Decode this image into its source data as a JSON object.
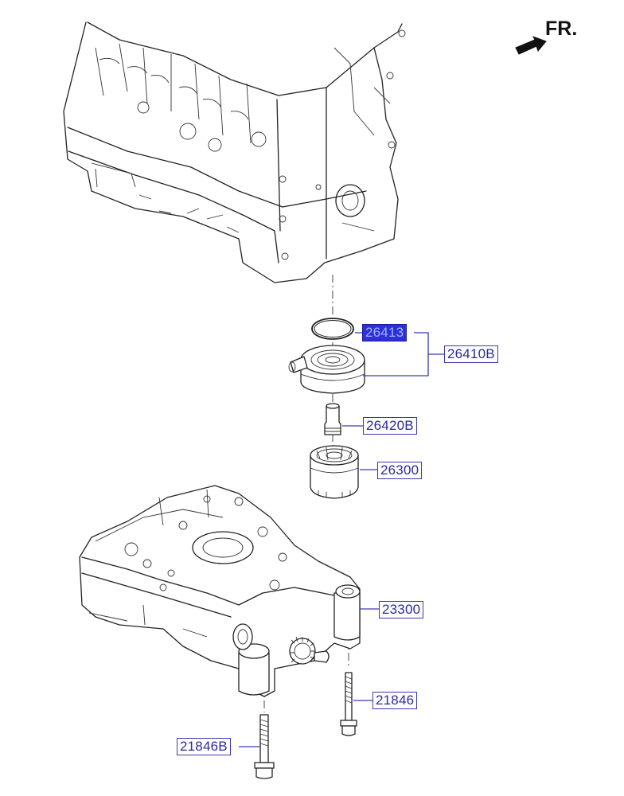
{
  "direction_indicator": {
    "label": "FR."
  },
  "parts": [
    {
      "id": "26413",
      "label": "26413",
      "selected": true
    },
    {
      "id": "26410B",
      "label": "26410B",
      "selected": false
    },
    {
      "id": "26420B",
      "label": "26420B",
      "selected": false
    },
    {
      "id": "26300",
      "label": "26300",
      "selected": false
    },
    {
      "id": "23300",
      "label": "23300",
      "selected": false
    },
    {
      "id": "21846",
      "label": "21846",
      "selected": false
    },
    {
      "id": "21846B",
      "label": "21846B",
      "selected": false
    }
  ],
  "colors": {
    "label_border": "#3a3ab0",
    "label_text": "#2a2aa0",
    "selected_fill": "#2f2fd8",
    "line": "#222222"
  }
}
